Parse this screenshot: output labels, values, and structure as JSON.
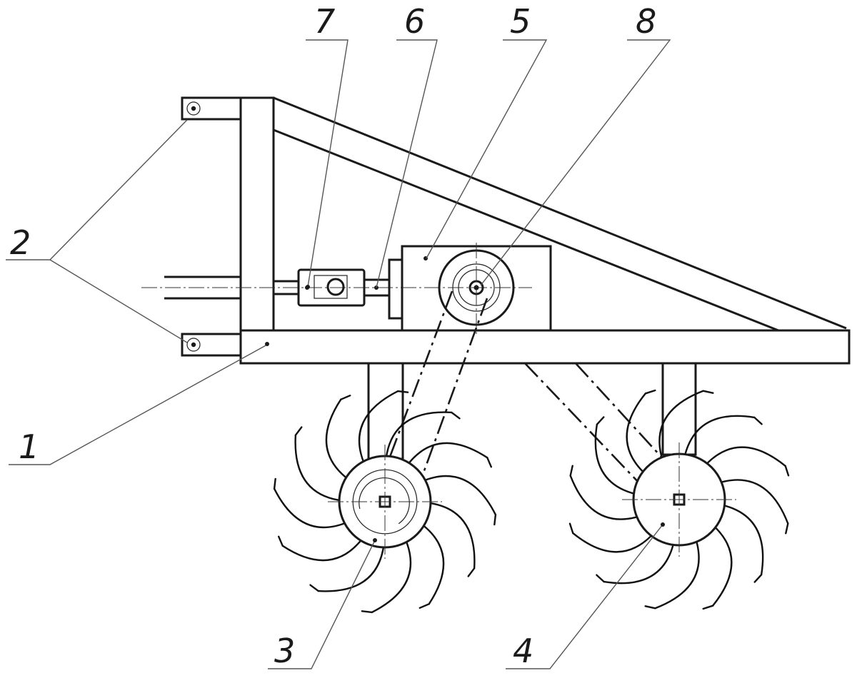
{
  "callouts": {
    "frame": "1",
    "hitch_pins": "2",
    "drive_rotor": "3",
    "idler_rotor": "4",
    "gearbox": "5",
    "input_shaft": "6",
    "universal_joint": "7",
    "drive_sprocket": "8"
  },
  "rotors": {
    "drive_rotor_tines": 12,
    "idler_rotor_tines": 12
  }
}
